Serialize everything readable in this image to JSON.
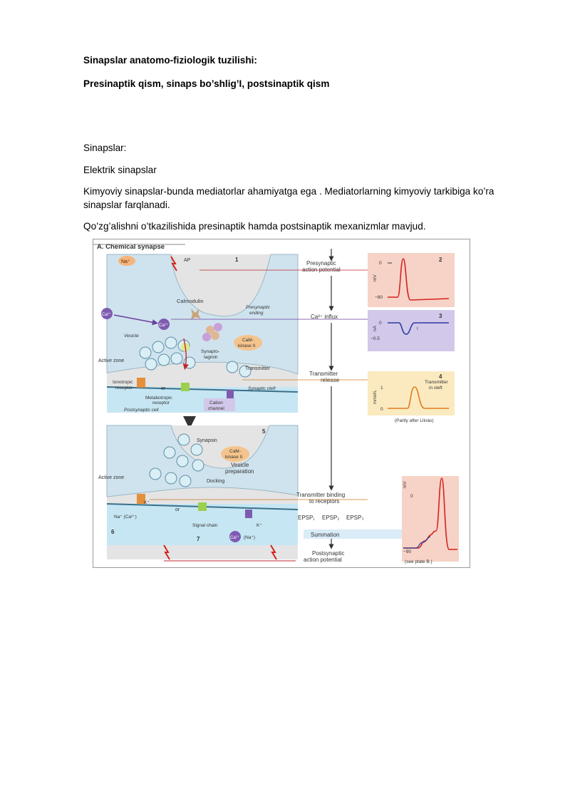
{
  "document": {
    "heading1": "Sinapslar anatomo-fiziologik tuzilishi:",
    "heading2": "Presinaptik qism, sinaps bo’shlig’I, postsinaptik qism",
    "p1": "Sinapslar:",
    "p2": "Elektrik sinapslar",
    "p3_line1": "Kimyoviy sinapslar-bunda mediatorlar ahamiyatga ega . Mediatorlarning kimyoviy tarkibiga ko’ra",
    "p3_line2": "sinapslar farqlanadi.",
    "p4": "Qo’zg’alishni o’tkazilishida presinaptik hamda postsinaptik mexanizmlar mavjud."
  },
  "figure": {
    "title": "A. Chemical synapse",
    "labels": {
      "na": "Na⁺",
      "ap": "AP",
      "ca": "Ca²⁺",
      "calmodulin": "Calmodulin",
      "presynaptic_ending_1": "Presynaptic",
      "presynaptic_ending_2": "ending",
      "vesicle": "Vesicle",
      "camk_1": "CaM-",
      "camk_2": "kinase II",
      "synaptotagmin_1": "Synapto-",
      "synaptotagmin_2": "tagmin",
      "active_zone": "Active zone",
      "transmitter": "Transmitter",
      "ionotropic_1": "Ionotropic",
      "ionotropic_2": "receptor",
      "or": "or",
      "metabotropic_1": "Metabotropic",
      "metabotropic_2": "receptor",
      "synaptic_cleft": "Synaptic cleft",
      "cation_1": "Cation",
      "cation_2": "channel",
      "postsynaptic_cell": "Postsynaptic cell",
      "synapsin": "Synapsin",
      "vesicle_prep_1": "Vesicle",
      "vesicle_prep_2": "preparation",
      "docking": "Docking",
      "k": "K⁺",
      "na_ca": "Na⁺ (Ca²⁺)",
      "signal_chain": "Signal chain",
      "ca_na": "(Na⁺)",
      "num1": "1",
      "num2": "2",
      "num3": "3",
      "num4": "4",
      "num5": "5",
      "num6": "6",
      "num7": "7"
    },
    "flow": {
      "presyn_ap_1": "Presynaptic",
      "presyn_ap_2": "action potential",
      "ca_influx": "Ca²⁺ influx",
      "tr_release_1": "Transmitter",
      "tr_release_2": "release",
      "tr_binding_1": "Transmitter binding",
      "tr_binding_2": "to receptors",
      "epsp1": "EPSP₁",
      "epsp2": "EPSP₂",
      "epsp3": "EPSP₃",
      "summation": "Summation",
      "postsyn_ap_1": "Postsynaptic",
      "postsyn_ap_2": "action potential"
    },
    "graphs": {
      "g2_unit": "mV",
      "g2_top": "0",
      "g2_bottom": "−80",
      "g3_unit": "nA",
      "g3_top": "0",
      "g3_bottom": "−0.5",
      "g3_curve": "I",
      "g4_unit": "mmol/L",
      "g4_top": "1",
      "g4_bottom": "0",
      "g4_label_1": "Transmitter",
      "g4_label_2": "in cleft",
      "g4_credit": "(Partly after Llinás)",
      "g5_unit": "mV",
      "g5_top": "0",
      "g5_bottom": "−90",
      "g5_credit": "(see plate B.)"
    },
    "colors": {
      "cell": "#cfe3ee",
      "postsyn": "#c6e6f3",
      "graph_red": "#f6d3c6",
      "graph_purple": "#d2c8ea",
      "graph_yellow": "#fbeac0",
      "curve_red": "#d4231e",
      "curve_blue": "#2a3d9e",
      "line_purple": "#6a3e9e",
      "line_orange": "#d17a22"
    }
  }
}
